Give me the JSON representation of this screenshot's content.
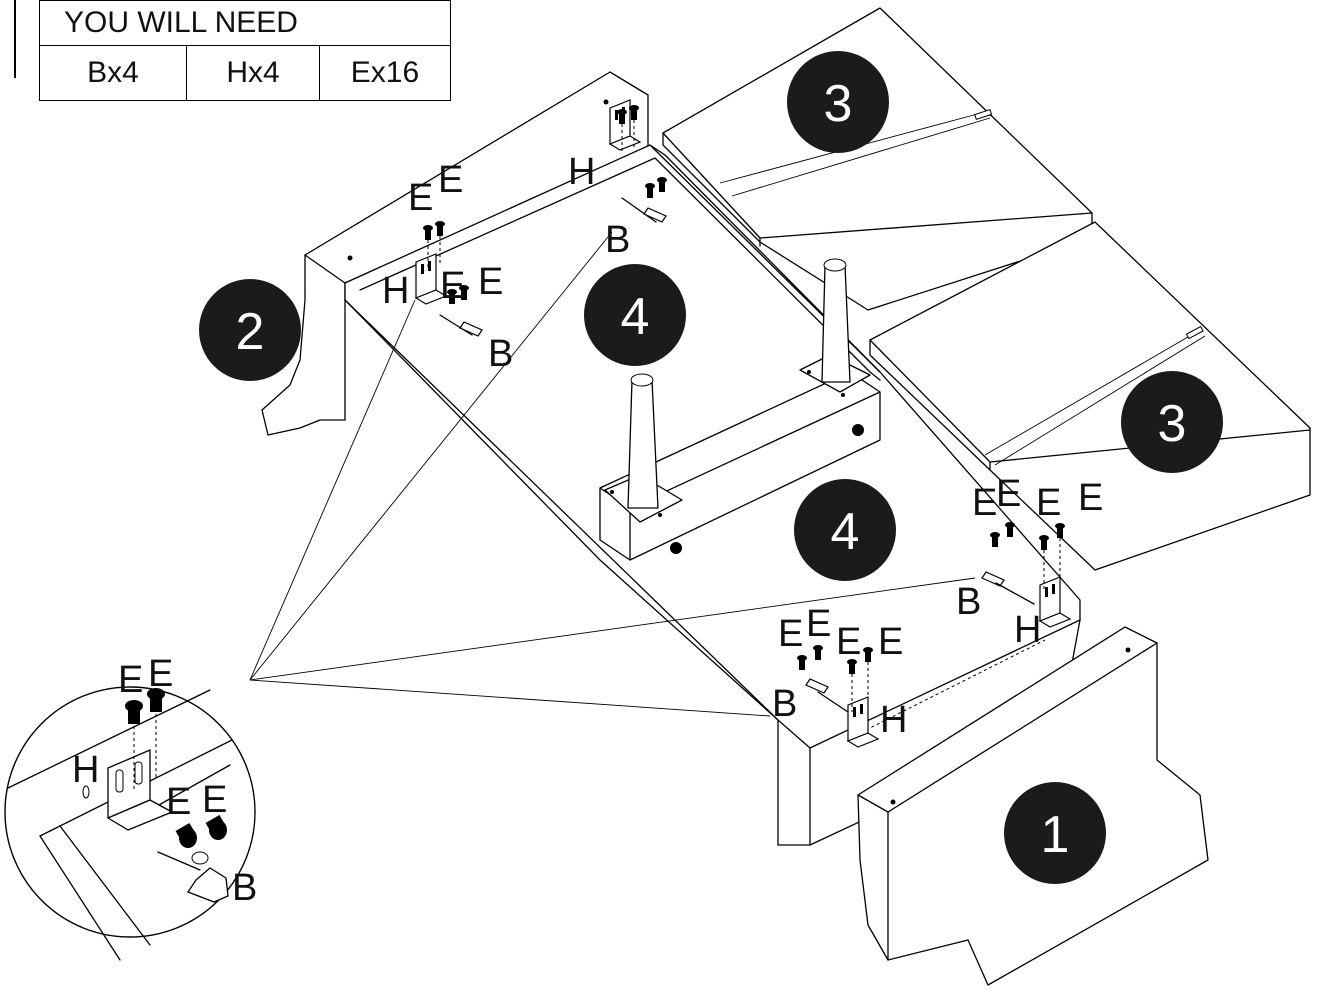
{
  "parts_table": {
    "header": "YOU WILL NEED",
    "items": [
      "Bx4",
      "Hx4",
      "Ex16"
    ]
  },
  "part_numbers": {
    "p1": "1",
    "p2": "2",
    "p3a": "3",
    "p3b": "3",
    "p4a": "4",
    "p4b": "4"
  },
  "letters": {
    "E": "E",
    "H": "H",
    "B": "B"
  },
  "colors": {
    "line": "#000000",
    "part_badge": "#1b1b1b",
    "background": "#ffffff"
  }
}
